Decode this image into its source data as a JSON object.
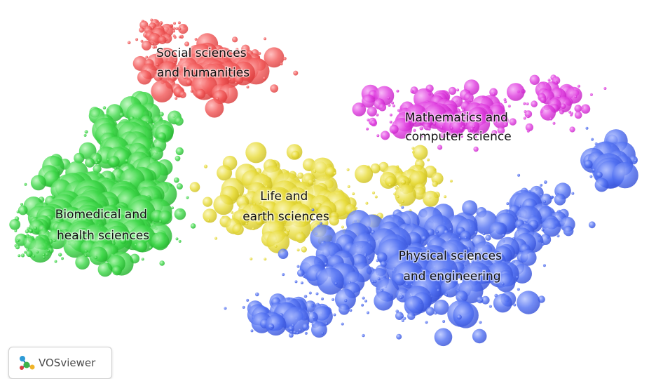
{
  "clusters": [
    {
      "key": "ssh",
      "lines": [
        "Social sciences",
        "and humanities"
      ],
      "color": "#ff5a5f"
    },
    {
      "key": "mcs",
      "lines": [
        "Mathematics and",
        "computer science"
      ],
      "color": "#e43ce4"
    },
    {
      "key": "bhs",
      "lines": [
        "Biomedical and",
        "health sciences"
      ],
      "color": "#3fd84a"
    },
    {
      "key": "les",
      "lines": [
        "Life and",
        "earth sciences"
      ],
      "color": "#e6da3a"
    },
    {
      "key": "pse",
      "lines": [
        "Physical sciences",
        "and engineering"
      ],
      "color": "#4f6ef0"
    }
  ],
  "badge": {
    "label": "VOSviewer",
    "logo_icon": "vosviewer-logo-icon"
  }
}
